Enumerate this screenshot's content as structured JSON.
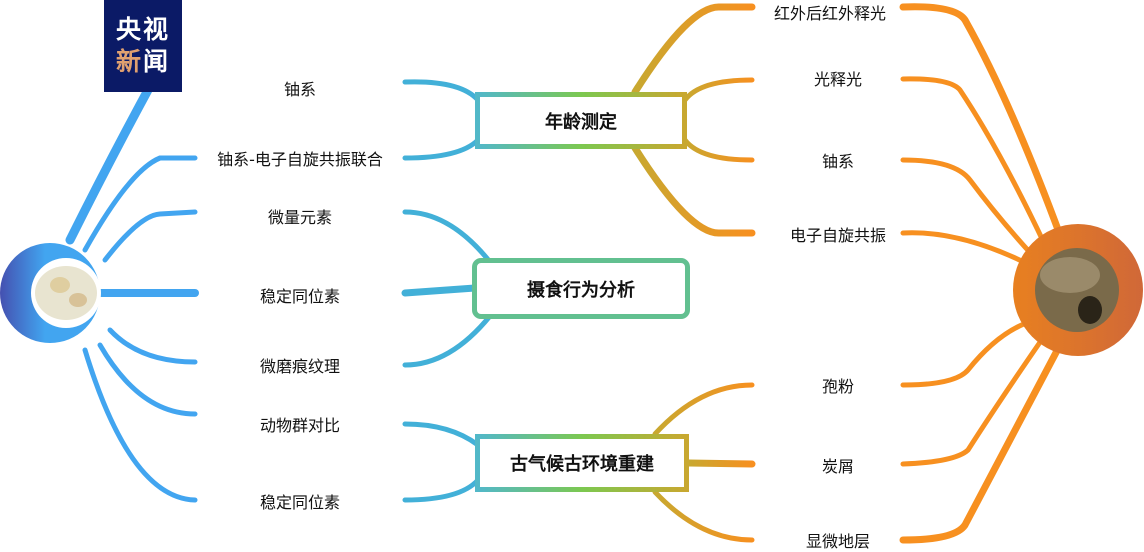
{
  "logo": {
    "line1": "央视",
    "line2_a": "新",
    "line2_b": "闻"
  },
  "left_items": [
    "铀系",
    "铀系-电子自旋共振联合",
    "微量元素",
    "稳定同位素",
    "微磨痕纹理",
    "动物群对比",
    "稳定同位素"
  ],
  "center_boxes": [
    "年龄测定",
    "摄食行为分析",
    "古气候古环境重建"
  ],
  "right_items": [
    "红外后红外释光",
    "光释光",
    "铀系",
    "电子自旋共振",
    "孢粉",
    "炭屑",
    "显微地层"
  ],
  "colors": {
    "blue": "#42a5f0",
    "indigo": "#4450b0",
    "green": "#7cc850",
    "orange": "#f79020",
    "dark_orange": "#d06838"
  }
}
